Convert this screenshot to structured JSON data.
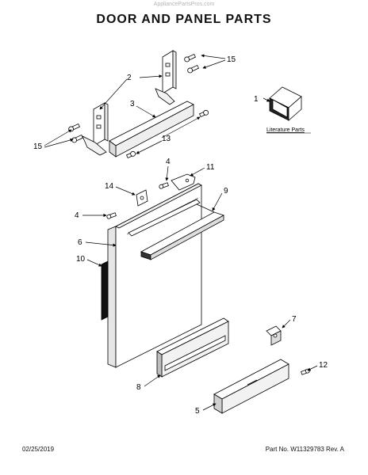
{
  "watermark": "AppliancePartsPros.com",
  "title": "DOOR AND PANEL PARTS",
  "callouts": {
    "c1": "1",
    "c2": "2",
    "c3": "3",
    "c4a": "4",
    "c4b": "4",
    "c5": "5",
    "c6": "6",
    "c7": "7",
    "c8": "8",
    "c9": "9",
    "c10": "10",
    "c11": "11",
    "c12": "12",
    "c13": "13",
    "c14": "14",
    "c15a": "15",
    "c15b": "15"
  },
  "literature_label": "Literature Parts",
  "footer": {
    "date": "02/25/2019",
    "part_no": "Part No. W11329783  Rev. A"
  }
}
